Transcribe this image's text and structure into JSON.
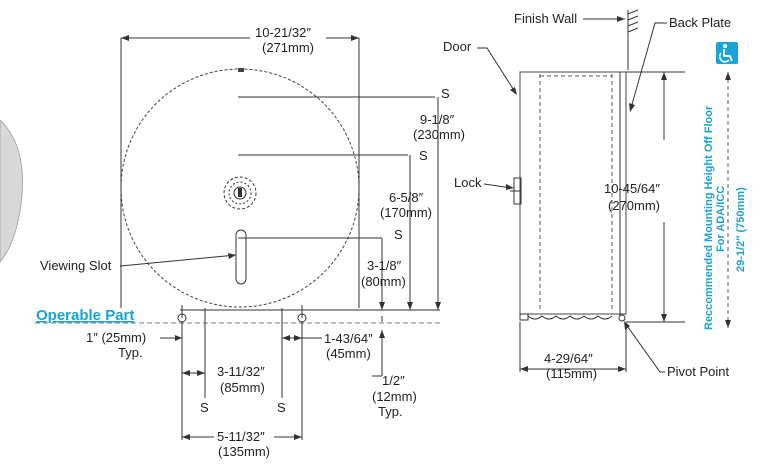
{
  "front_view": {
    "width_dim": "10-21/32″",
    "width_dim_mm": "(271mm)",
    "s_label": "S",
    "height_9": "9-1/8″",
    "height_9_mm": "(230mm)",
    "height_6": "6-5/8″",
    "height_6_mm": "(170mm)",
    "height_3": "3-1/8″",
    "height_3_mm": "(80mm)",
    "viewing_slot": "Viewing Slot",
    "operable_part": "Operable Part",
    "dim_1in": "1″ (25mm)",
    "dim_1in_typ": "Typ.",
    "dim_3_11": "3-11/32″",
    "dim_3_11_mm": "(85mm)",
    "dim_1_43": "1-43/64″",
    "dim_1_43_mm": "(45mm)",
    "dim_half": "1/2″",
    "dim_half_mm": "(12mm)",
    "dim_half_typ": "Typ.",
    "dim_5_11": "5-11/32″",
    "dim_5_11_mm": "(135mm)"
  },
  "side_view": {
    "finish_wall": "Finish Wall",
    "back_plate": "Back Plate",
    "door": "Door",
    "lock": "Lock",
    "height_10": "10-45/64″",
    "height_10_mm": "(270mm)",
    "depth_4": "4-29/64″",
    "depth_4_mm": "(115mm)",
    "pivot_point": "Pivot Point",
    "ada_line1": "Reccommended Mounting Height Off Floor",
    "ada_line2": "For ADA/ICC",
    "ada_line3": "29-1/2″ (750mm)",
    "accessibility_icon": "wheelchair-icon",
    "accent_color": "#1aa3d9"
  }
}
